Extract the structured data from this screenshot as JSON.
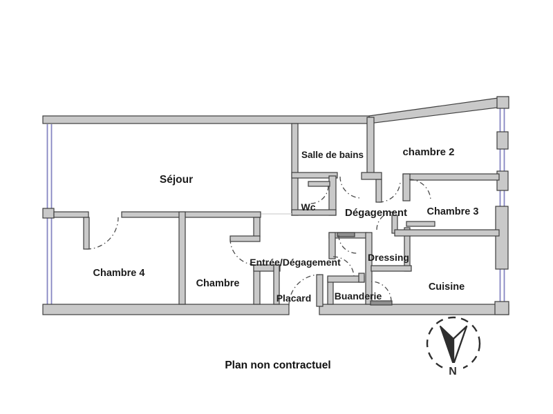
{
  "plan": {
    "rooms": {
      "sejour": "Séjour",
      "salle_de_bains": "Salle de bains",
      "chambre_2": "chambre 2",
      "wc": "Wc",
      "degagement": "Dégagement",
      "chambre_3": "Chambre 3",
      "chambre_4": "Chambre 4",
      "chambre": "Chambre",
      "entree_degagement": "Entrée/Dégagement",
      "dressing": "Dressing",
      "placard": "Placard",
      "buanderie": "Buanderie",
      "cuisine": "Cuisine"
    },
    "caption": "Plan non contractuel",
    "compass": {
      "north_label": "N"
    },
    "colors": {
      "wall_fill": "#c9c9c9",
      "wall_outline": "#3d3d3d",
      "window_blue": "#8585c2",
      "door_arc": "#4a4a4a",
      "label_text": "#1c1c1c"
    }
  }
}
